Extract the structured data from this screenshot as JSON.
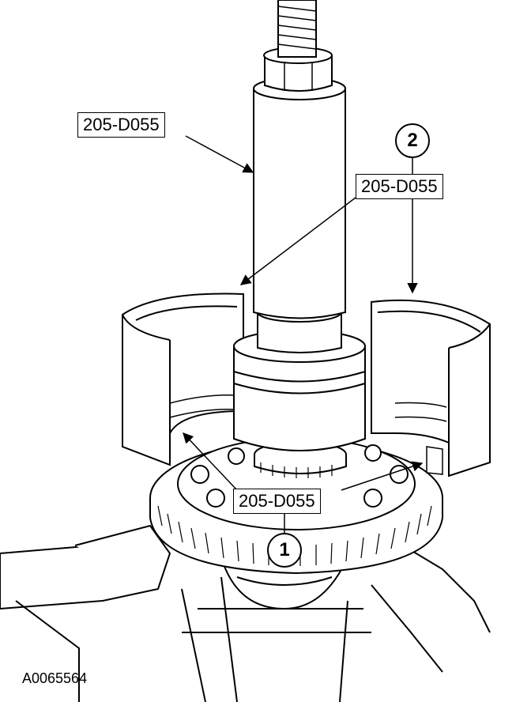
{
  "labels": {
    "tool_shaft": "205-D055",
    "tool_halves": "205-D055",
    "tool_lower": "205-D055"
  },
  "callouts": {
    "one": "1",
    "two": "2"
  },
  "figure_id": "A0065564",
  "colors": {
    "line": "#000000",
    "background": "#ffffff"
  }
}
